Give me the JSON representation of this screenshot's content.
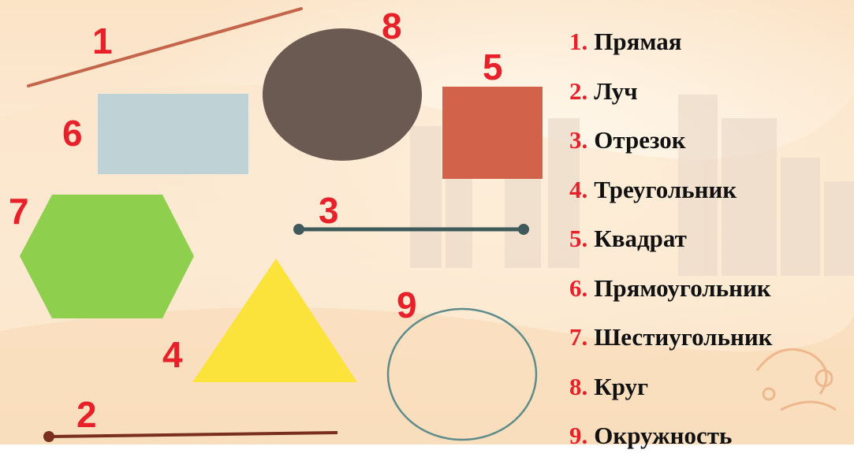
{
  "colors": {
    "label": "#e8202a",
    "text": "#111111",
    "line": "#c4654a",
    "ray": "#7a2e1e",
    "segment": "#3f5a5a",
    "triangle": "#fbe33c",
    "square": "#d2634a",
    "rectangle": "#bfd3d6",
    "hexagon": "#8fcf4e",
    "circle_fill": "#6a5a52",
    "ring_stroke": "#5f8c8a"
  },
  "shape_numbers": {
    "line": "1",
    "ray": "2",
    "segment": "3",
    "triangle": "4",
    "square": "5",
    "rectangle": "6",
    "hexagon": "7",
    "circle": "8",
    "ring": "9"
  },
  "legend": [
    {
      "num": "1.",
      "label": "Прямая"
    },
    {
      "num": "2.",
      "label": "Луч"
    },
    {
      "num": "3.",
      "label": "Отрезок"
    },
    {
      "num": "4.",
      "label": "Треугольник"
    },
    {
      "num": "5.",
      "label": "Квадрат"
    },
    {
      "num": "6.",
      "label": "Прямоугольник"
    },
    {
      "num": "7.",
      "label": "Шестиугольник"
    },
    {
      "num": "8.",
      "label": "Круг"
    },
    {
      "num": "9.",
      "label": "Окружность"
    }
  ]
}
